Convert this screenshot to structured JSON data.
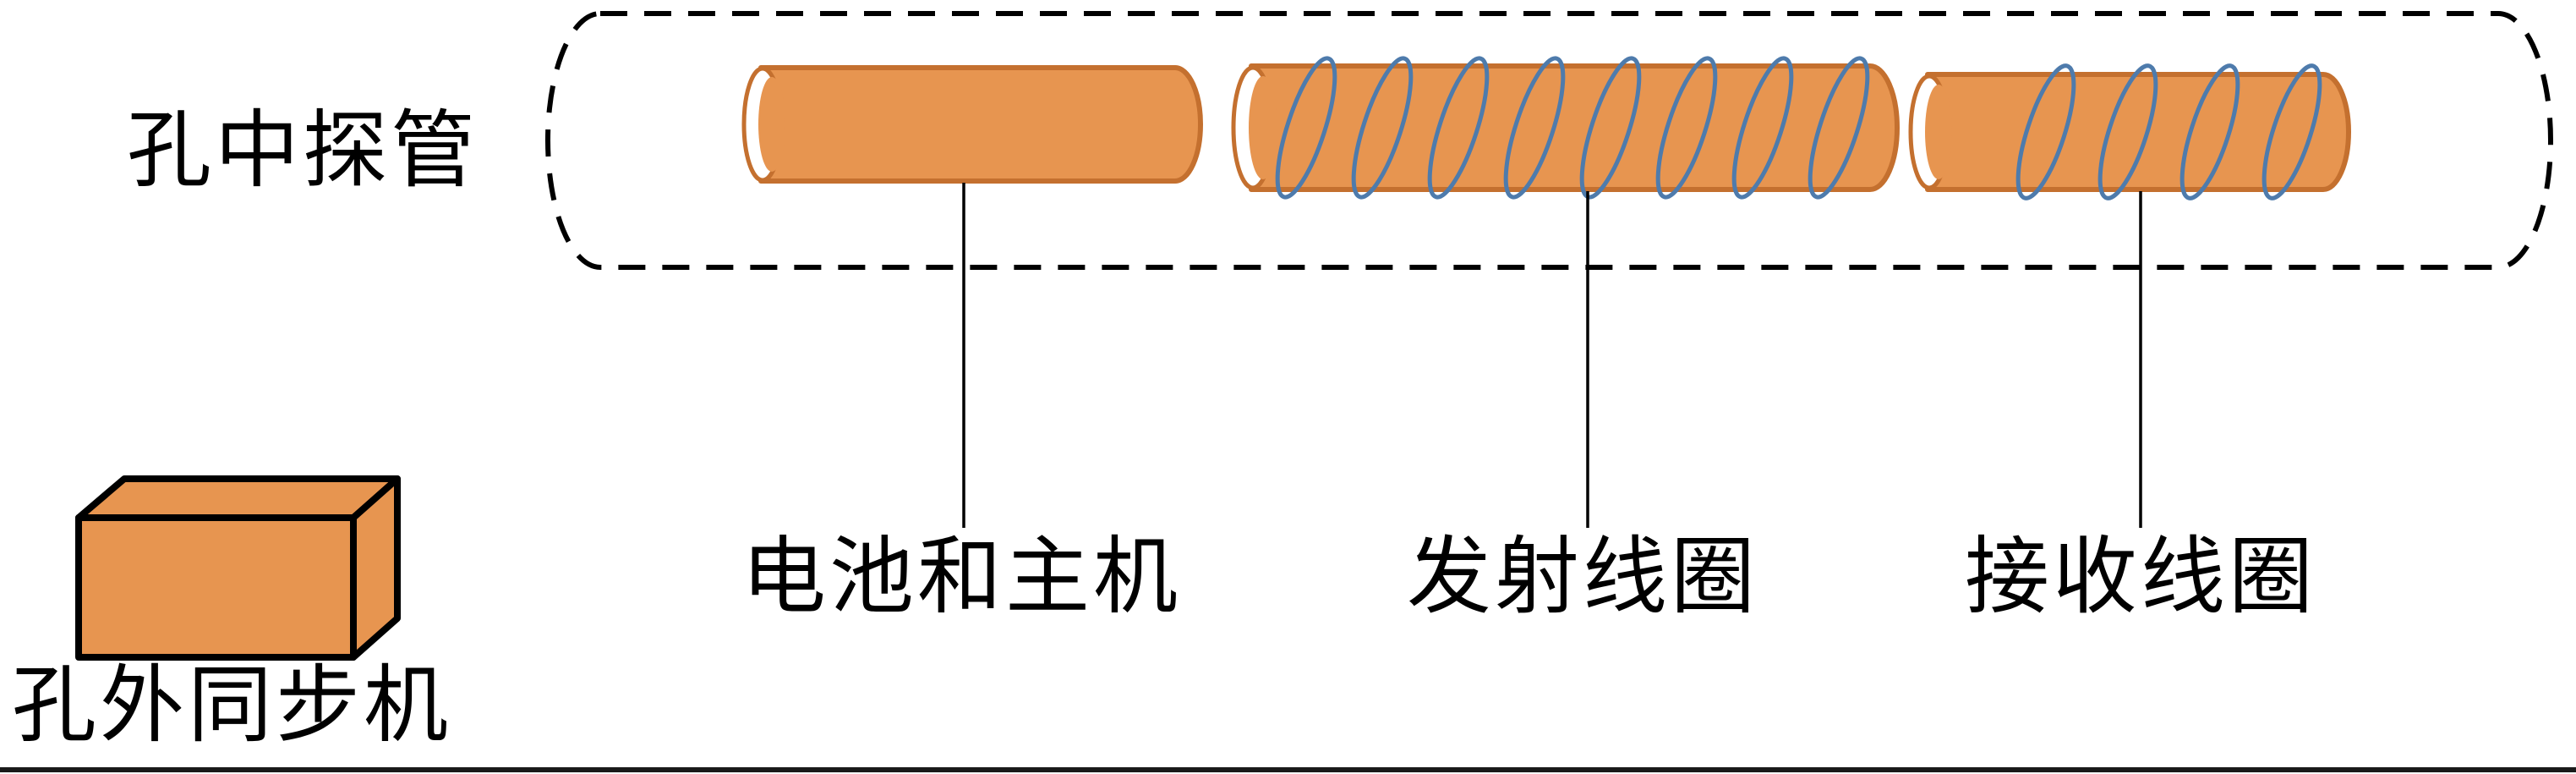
{
  "diagram": {
    "probe_tube_label": "孔中探管",
    "battery_host_label": "电池和主机",
    "transmit_coil_label": "发射线圈",
    "receive_coil_label": "接收线圈",
    "sync_box_label": "孔外同步机"
  },
  "colors": {
    "cylinder_fill": "#E79550",
    "cylinder_stroke": "#C4702F",
    "cap_highlight": "#FFFFFF",
    "coil_stroke": "#4E7BAC",
    "outline": "#000000",
    "label_text": "#000000",
    "bottom_rule": "#1A1A1A",
    "background": "#FFFFFF"
  }
}
